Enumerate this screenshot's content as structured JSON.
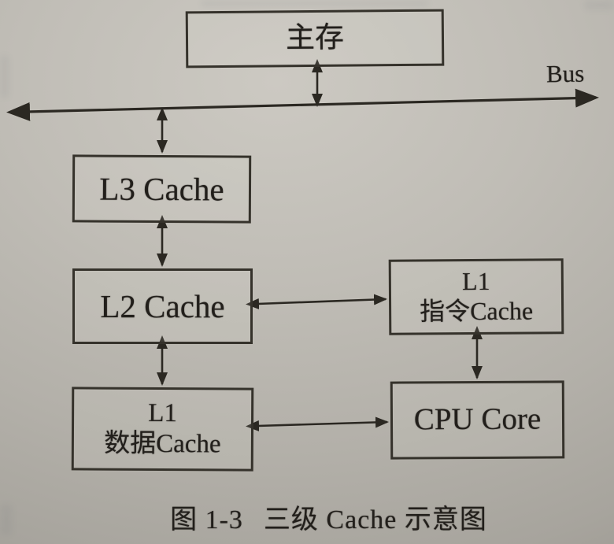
{
  "page": {
    "bus_label": "Bus",
    "nodes": {
      "main_memory": {
        "label": "主存"
      },
      "l3_cache": {
        "label": "L3 Cache"
      },
      "l2_cache": {
        "label": "L2 Cache"
      },
      "l1_instruction_cache": {
        "line1": "L1",
        "line2": "指令Cache"
      },
      "l1_data_cache": {
        "line1": "L1",
        "line2": "数据Cache"
      },
      "cpu_core": {
        "label": "CPU Core"
      }
    },
    "connections": [
      {
        "from": "main_memory",
        "to": "bus",
        "type": "bidirectional"
      },
      {
        "from": "bus",
        "to": "l3_cache",
        "type": "bidirectional"
      },
      {
        "from": "l3_cache",
        "to": "l2_cache",
        "type": "bidirectional"
      },
      {
        "from": "l2_cache",
        "to": "l1_data_cache",
        "type": "bidirectional"
      },
      {
        "from": "l2_cache",
        "to": "l1_instruction_cache",
        "type": "bidirectional"
      },
      {
        "from": "l1_instruction_cache",
        "to": "cpu_core",
        "type": "bidirectional"
      },
      {
        "from": "l1_data_cache",
        "to": "cpu_core",
        "type": "bidirectional"
      }
    ],
    "caption": {
      "figure_number": "图 1-3",
      "title": "三级 Cache 示意图"
    }
  },
  "colors": {
    "paper": "#bcb9b2",
    "ink": "#2b2822"
  }
}
